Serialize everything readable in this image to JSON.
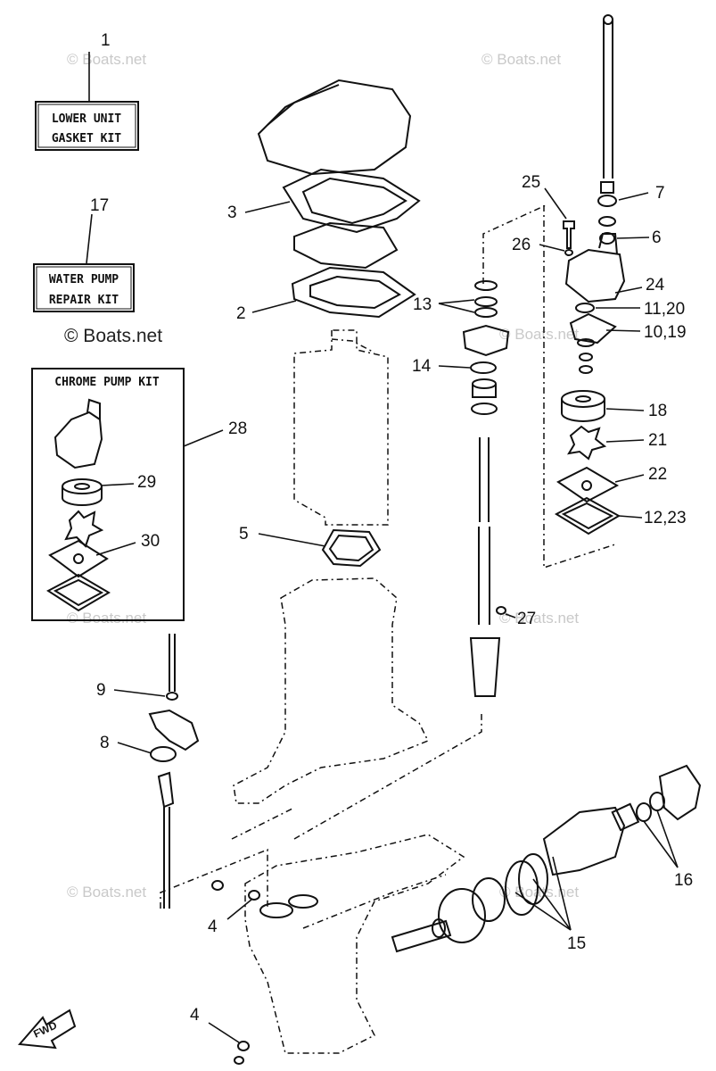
{
  "kits": {
    "lower_unit_line1": "LOWER UNIT",
    "lower_unit_line2": "GASKET KIT",
    "water_pump_line1": "WATER PUMP",
    "water_pump_line2": "REPAIR KIT",
    "chrome_pump": "CHROME PUMP KIT"
  },
  "watermarks": {
    "small": "© Boats.net",
    "large": "© Boats.net"
  },
  "callouts": {
    "c1": "1",
    "c2": "2",
    "c3": "3",
    "c4a": "4",
    "c4b": "4",
    "c5": "5",
    "c6": "6",
    "c7": "7",
    "c8": "8",
    "c9": "9",
    "c10": "10,19",
    "c11": "11,20",
    "c12": "12,23",
    "c13": "13",
    "c14": "14",
    "c15": "15",
    "c16": "16",
    "c17": "17",
    "c18": "18",
    "c21": "21",
    "c22": "22",
    "c24": "24",
    "c25": "25",
    "c26": "26",
    "c27": "27",
    "c28": "28",
    "c29": "29",
    "c30": "30"
  },
  "fwd_label": "FWD"
}
